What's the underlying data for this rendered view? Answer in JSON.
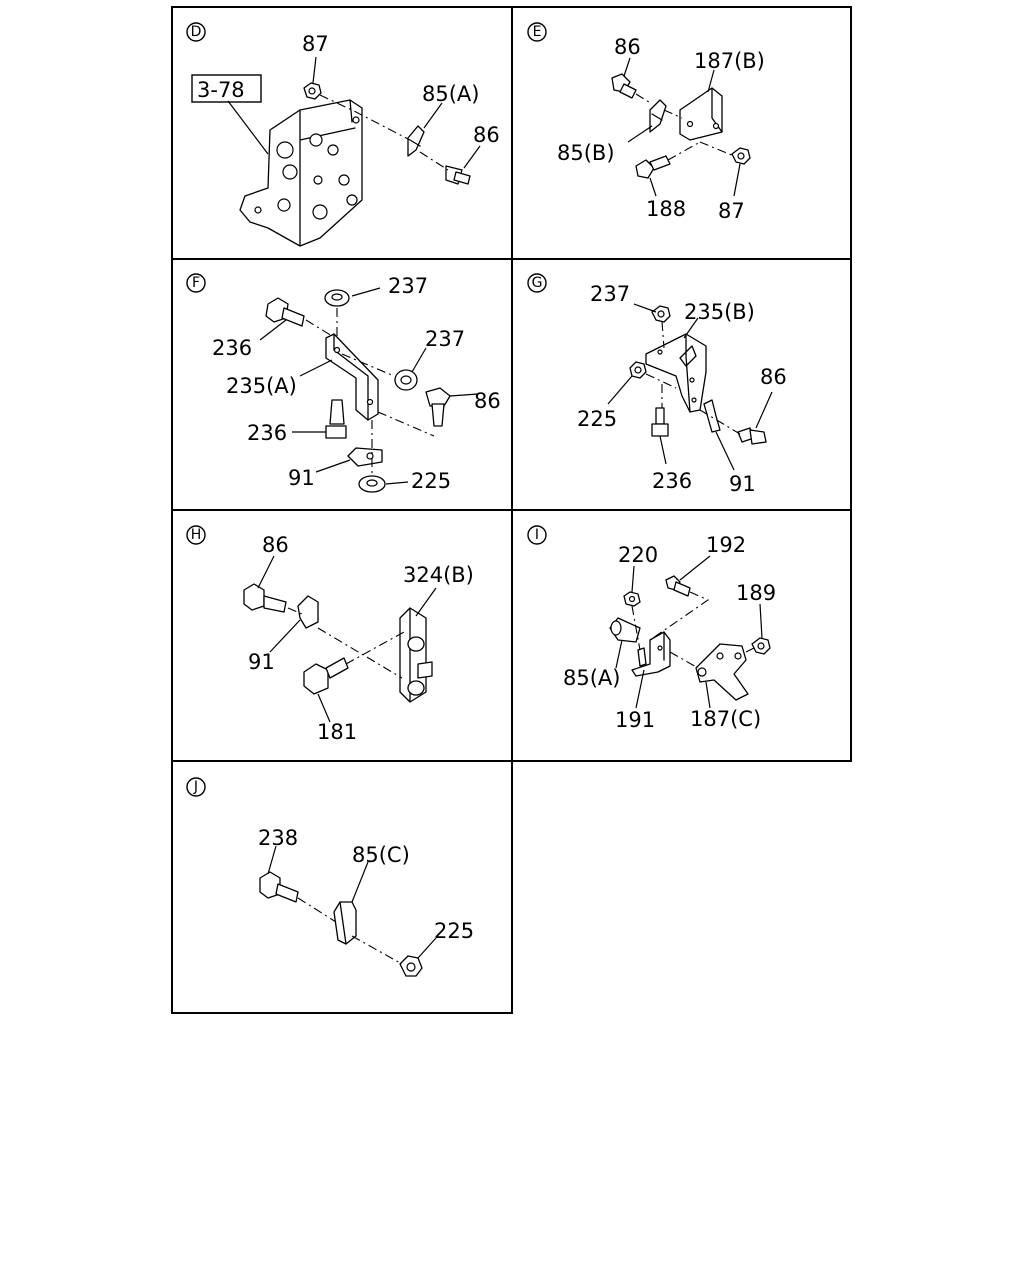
{
  "panels": {
    "D": {
      "tag": "D",
      "ref_box": "3-78",
      "labels": [
        "87",
        "85(A)",
        "86"
      ]
    },
    "E": {
      "tag": "E",
      "labels": [
        "86",
        "187(B)",
        "85(B)",
        "188",
        "87"
      ]
    },
    "F": {
      "tag": "F",
      "labels": [
        "237",
        "236",
        "237",
        "235(A)",
        "86",
        "236",
        "91",
        "225"
      ]
    },
    "G": {
      "tag": "G",
      "labels": [
        "237",
        "235(B)",
        "86",
        "225",
        "236",
        "91"
      ]
    },
    "H": {
      "tag": "H",
      "labels": [
        "86",
        "324(B)",
        "91",
        "181"
      ]
    },
    "I": {
      "tag": "I",
      "labels": [
        "220",
        "192",
        "189",
        "85(A)",
        "191",
        "187(C)"
      ]
    },
    "J": {
      "tag": "J",
      "labels": [
        "238",
        "85(C)",
        "225"
      ]
    }
  }
}
